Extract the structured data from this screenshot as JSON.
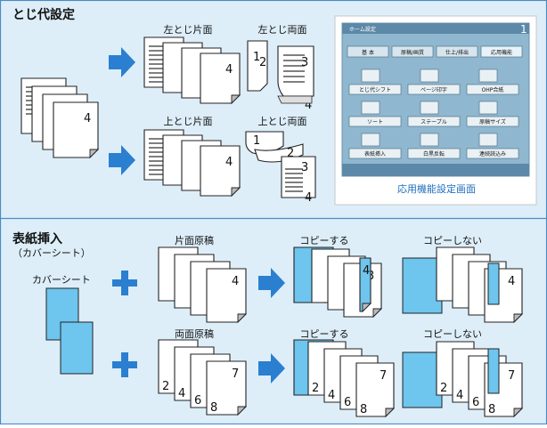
{
  "colors": {
    "background": "#ddeef9",
    "frame": "#4a8cc4",
    "arrow": "#2b7fd0",
    "plus": "#2b7fd0",
    "cover": "#6ec5ee",
    "panel": "#8fb7cf",
    "caption": "#1f6fbe"
  },
  "binding": {
    "title": "とじ代設定",
    "left_single": "左とじ片面",
    "left_double": "左とじ両面",
    "top_single": "上とじ片面",
    "top_double": "上とじ両面",
    "screen_caption": "応用機能設定画面",
    "screen_title": "ホーム設定",
    "screen_tabs": [
      "基 本",
      "原稿/画質",
      "仕上/排出",
      "応用機能"
    ],
    "screen_buttons": [
      "とじ代シフト",
      "ページ印字",
      "OHP合紙",
      "ソート",
      "ステープル",
      "原稿サイズ",
      "表紙挿入",
      "白黒反転",
      "連続読込み"
    ]
  },
  "cover": {
    "title": "表紙挿入",
    "subtitle": "（カバーシート）",
    "sheet_label": "カバーシート",
    "single_original": "片面原稿",
    "double_original": "両面原稿",
    "copy_yes": "コピーする",
    "copy_no": "コピーしない"
  }
}
